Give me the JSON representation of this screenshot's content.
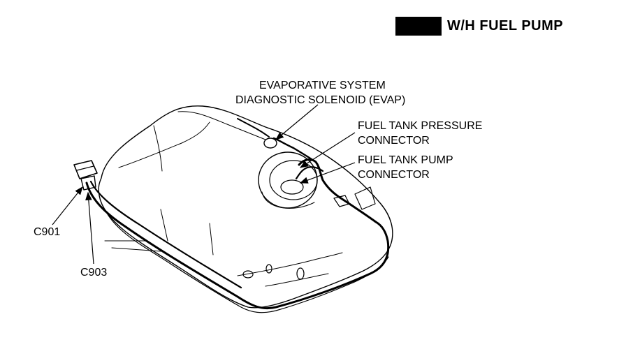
{
  "header": {
    "title": "W/H FUEL PUMP"
  },
  "labels": {
    "evap_line1": "EVAPORATIVE SYSTEM",
    "evap_line2": "DIAGNOSTIC SOLENOID (EVAP)",
    "pressure_line1": "FUEL TANK PRESSURE",
    "pressure_line2": "CONNECTOR",
    "pump_line1": "FUEL TANK PUMP",
    "pump_line2": "CONNECTOR",
    "c901": "C901",
    "c903": "C903"
  },
  "colors": {
    "ink": "#000000",
    "background": "#ffffff"
  }
}
